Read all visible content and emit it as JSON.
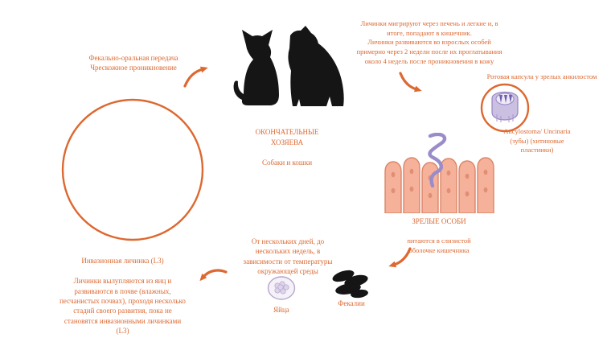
{
  "colors": {
    "accent": "#dd6830",
    "soil": "#ec8440",
    "tree": "#ef8434",
    "purple": "#9a8cc8",
    "pink": "#f6b19b",
    "ink": "#151515"
  },
  "icons": {
    "cat": "cat-silhouette",
    "dog": "dog-silhouette",
    "tree": "tree-icon",
    "soil_larvae": "larva-squiggle-icon",
    "soil_eggs": "egg-in-soil-icon",
    "buccal_capsule": "buccal-capsule-icon",
    "intestine": "intestinal-villi-icon",
    "worm": "adult-worm-icon",
    "egg": "egg-icon",
    "feces": "feces-icon",
    "arrows": "curved-arrow-icon"
  },
  "nodes": {
    "transmission": {
      "text": "Фекально-оральная передача\nЧрескожное проникновение"
    },
    "hosts": {
      "title": "ОКОНЧАТЕЛЬНЫЕ\nХОЗЯЕВА",
      "subtitle": "Собаки и кошки"
    },
    "migration": {
      "text": "Личинки мигрируют через печень и легкие и, в\nитоге, попадают в кишечник.\nЛичинки развиваются во взрослых особей\nпримерно через 2 недели после их проглатывания\nоколо 4 недель после проникновения в кожу"
    },
    "capsule": {
      "label": "Ротовая капсула у зрелых анкилостом",
      "species": "Ancylostoma/ Uncinaria\n(зубы) (хитиновые\nпластинки)"
    },
    "adults": {
      "title": "ЗРЕЛЫЕ ОСОБИ",
      "subtitle": "питаются в слизистой\nоболочке кишечника"
    },
    "environment": {
      "duration": "От нескольких дней, до\nнескольких недель, в\nзависимости от температуры\nокружающей среды"
    },
    "eggs": {
      "label": "Яйца"
    },
    "feces": {
      "label": "Фекалии"
    },
    "larva": {
      "title": "Инвазионная личинка (L3)",
      "text": "Личинки вылупляются из яиц и\nразвиваются в почве (влажных,\nпесчанистых почвах), проходя несколько\nстадий своего развития, пока не\nстановятся инвазионными личинками\n(L3)"
    }
  }
}
